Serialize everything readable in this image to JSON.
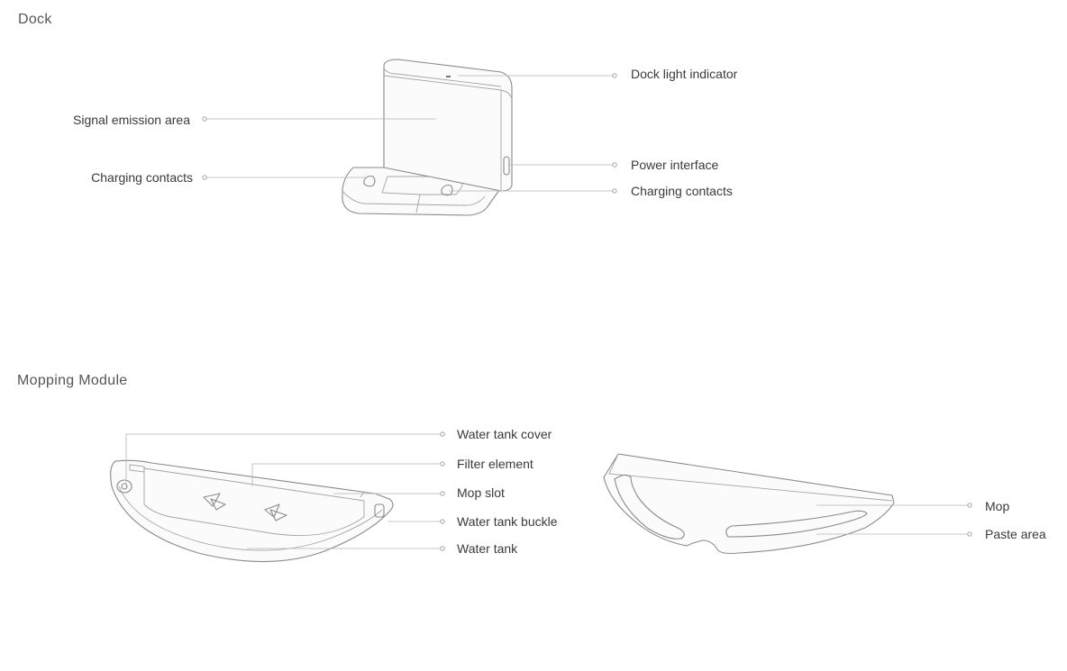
{
  "dock": {
    "title": "Dock",
    "labels": {
      "dock_light_indicator": "Dock light indicator",
      "signal_emission_area": "Signal emission area",
      "charging_contacts_left": "Charging contacts",
      "power_interface": "Power interface",
      "charging_contacts_right": "Charging contacts"
    }
  },
  "mopping_module": {
    "title": "Mopping Module",
    "labels": {
      "water_tank_cover": "Water tank cover",
      "filter_element": "Filter element",
      "mop_slot": "Mop slot",
      "water_tank_buckle": "Water tank buckle",
      "water_tank": "Water tank",
      "mop": "Mop",
      "paste_area": "Paste area"
    }
  }
}
